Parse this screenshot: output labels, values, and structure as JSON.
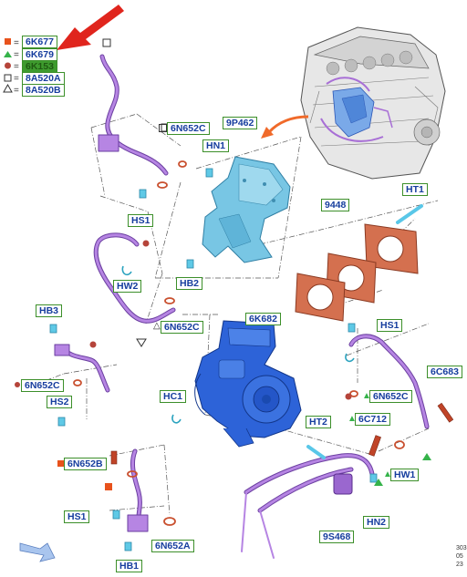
{
  "legend": [
    {
      "code": "6K677",
      "marker": "orange-square",
      "color": "#e8521c"
    },
    {
      "code": "6K679",
      "marker": "green-triangle",
      "color": "#35b34a"
    },
    {
      "code": "6K153",
      "marker": "brown-circle",
      "color": "#b5443a"
    },
    {
      "code": "8A520A",
      "marker": "open-square",
      "color": "#333333"
    },
    {
      "code": "8A520B",
      "marker": "open-triangle",
      "color": "#333333"
    }
  ],
  "labels": {
    "l_6N652C_top": "6N652C",
    "l_9P462": "9P462",
    "l_HN1": "HN1",
    "l_HS1_left": "HS1",
    "l_HB2": "HB2",
    "l_HW2": "HW2",
    "l_6N652C_mid": "6N652C",
    "l_6K682": "6K682",
    "l_HB3": "HB3",
    "l_6N652C_left": "6N652C",
    "l_HS2": "HS2",
    "l_HC1": "HC1",
    "l_9448": "9448",
    "l_HT1": "HT1",
    "l_HS1_right": "HS1",
    "l_6C683": "6C683",
    "l_6N652C_right": "6N652C",
    "l_6C712": "6C712",
    "l_HT2": "HT2",
    "l_HW1": "HW1",
    "l_6N652B": "6N652B",
    "l_HS1_bottom": "HS1",
    "l_6N652A": "6N652A",
    "l_HB1": "HB1",
    "l_9S468": "9S468",
    "l_HN2": "HN2"
  },
  "stamp": [
    "303",
    "05",
    "23"
  ],
  "colors": {
    "label_text": "#163d9e",
    "label_border": "#3c8f2a",
    "highlight": "#3e9b2e",
    "pipe": "#a86fd6",
    "turbo": "#2b63d9",
    "heatshield": "#6fc3e0",
    "gasket": "#cf6a4e",
    "arrow_red": "#e0251d",
    "arrow_orange": "#f06a2a"
  }
}
